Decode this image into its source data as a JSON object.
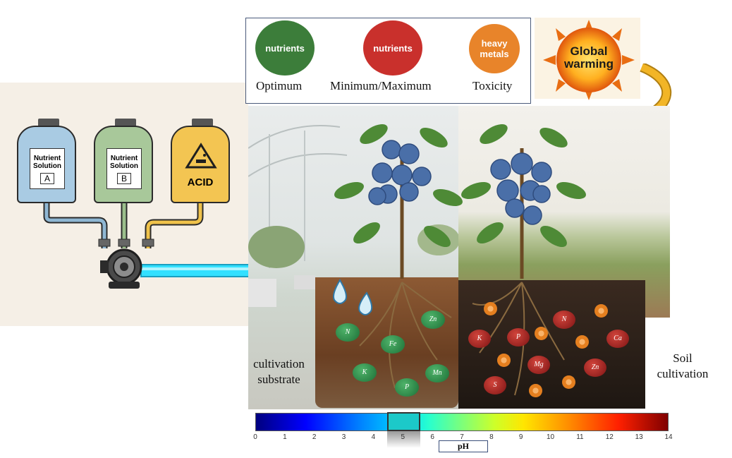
{
  "tanks": [
    {
      "label": "Nutrient Solution",
      "letter": "A",
      "color": "#a9cbe3"
    },
    {
      "label": "Nutrient Solution",
      "letter": "B",
      "color": "#a8c89a"
    },
    {
      "label": "ACID",
      "color": "#f3c552"
    }
  ],
  "legend": [
    {
      "circle_text": "nutrients",
      "caption": "Optimum",
      "color": "#3c7d3a"
    },
    {
      "circle_text": "nutrients",
      "caption": "Minimum/Maximum",
      "color": "#c9302c"
    },
    {
      "circle_text": "heavy metals",
      "caption": "Toxicity",
      "color": "#e8842a"
    }
  ],
  "sun": {
    "text": "Global warming"
  },
  "labels": {
    "substrate": "cultivation substrate",
    "soil": "Soil cultivation"
  },
  "substrate_nutrients": [
    "N",
    "Zn",
    "Fe",
    "K",
    "Mn",
    "P"
  ],
  "soil_nutrients": [
    "N",
    "K",
    "P",
    "Ca",
    "Mg",
    "Zn",
    "S"
  ],
  "ph_scale": {
    "ticks": [
      "0",
      "1",
      "2",
      "3",
      "4",
      "5",
      "6",
      "7",
      "8",
      "9",
      "10",
      "11",
      "12",
      "13",
      "14"
    ],
    "label": "pH",
    "highlight_range": [
      4.5,
      5.5
    ]
  }
}
